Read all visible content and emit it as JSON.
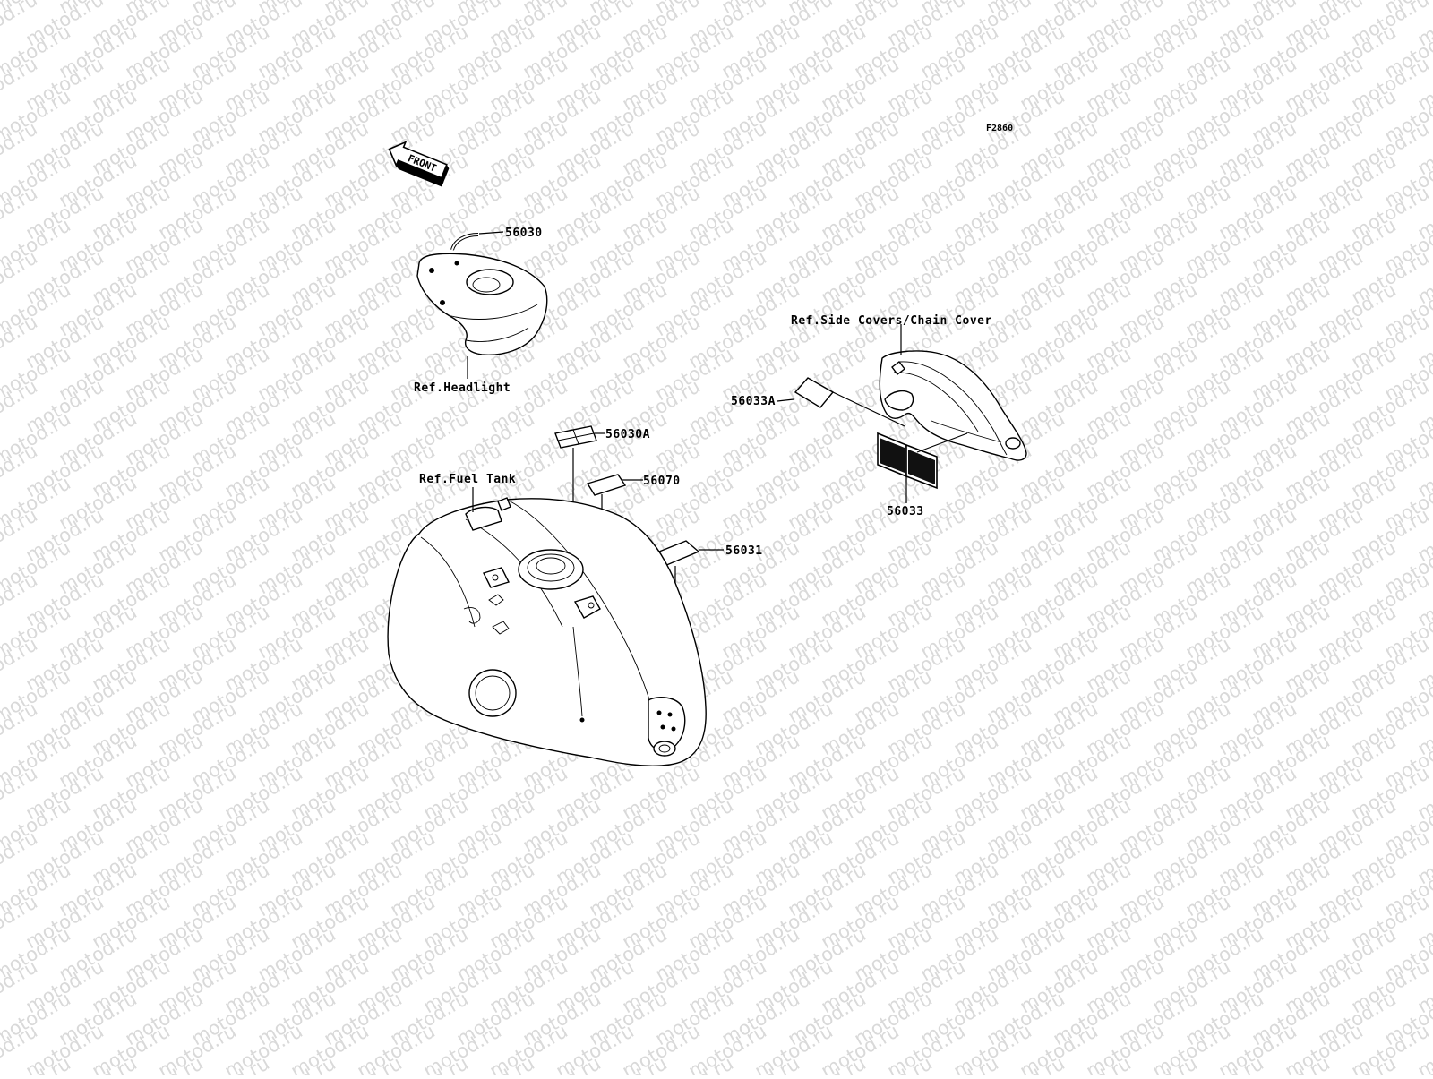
{
  "figure_code": "F2860",
  "front_arrow_label": "FRONT",
  "watermark": "motod.ru",
  "colors": {
    "line": "#000000",
    "watermark": "#d9d9d9",
    "background": "#ffffff"
  },
  "references": {
    "headlight": "Ref.Headlight",
    "side_covers": "Ref.Side Covers/Chain Cover",
    "fuel_tank": "Ref.Fuel Tank"
  },
  "parts": [
    {
      "id": "p56030",
      "label": "56030"
    },
    {
      "id": "p56030a",
      "label": "56030A"
    },
    {
      "id": "p56070",
      "label": "56070"
    },
    {
      "id": "p56031",
      "label": "56031"
    },
    {
      "id": "p56033a",
      "label": "56033A"
    },
    {
      "id": "p56033",
      "label": "56033"
    }
  ]
}
